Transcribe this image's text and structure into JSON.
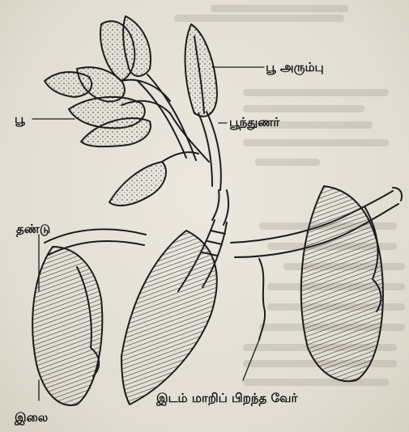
{
  "labels": {
    "flower_bud": "பூ அரும்பு",
    "flower": "பூ",
    "bract": "பூந்துணர்",
    "stem": "தண்டு",
    "leaf": "இலை",
    "adventitious_root": "இடம் மாறிப் பிறந்த வேர்"
  },
  "colors": {
    "paper": "#e6e2d8",
    "ink": "#1c1c1c"
  }
}
